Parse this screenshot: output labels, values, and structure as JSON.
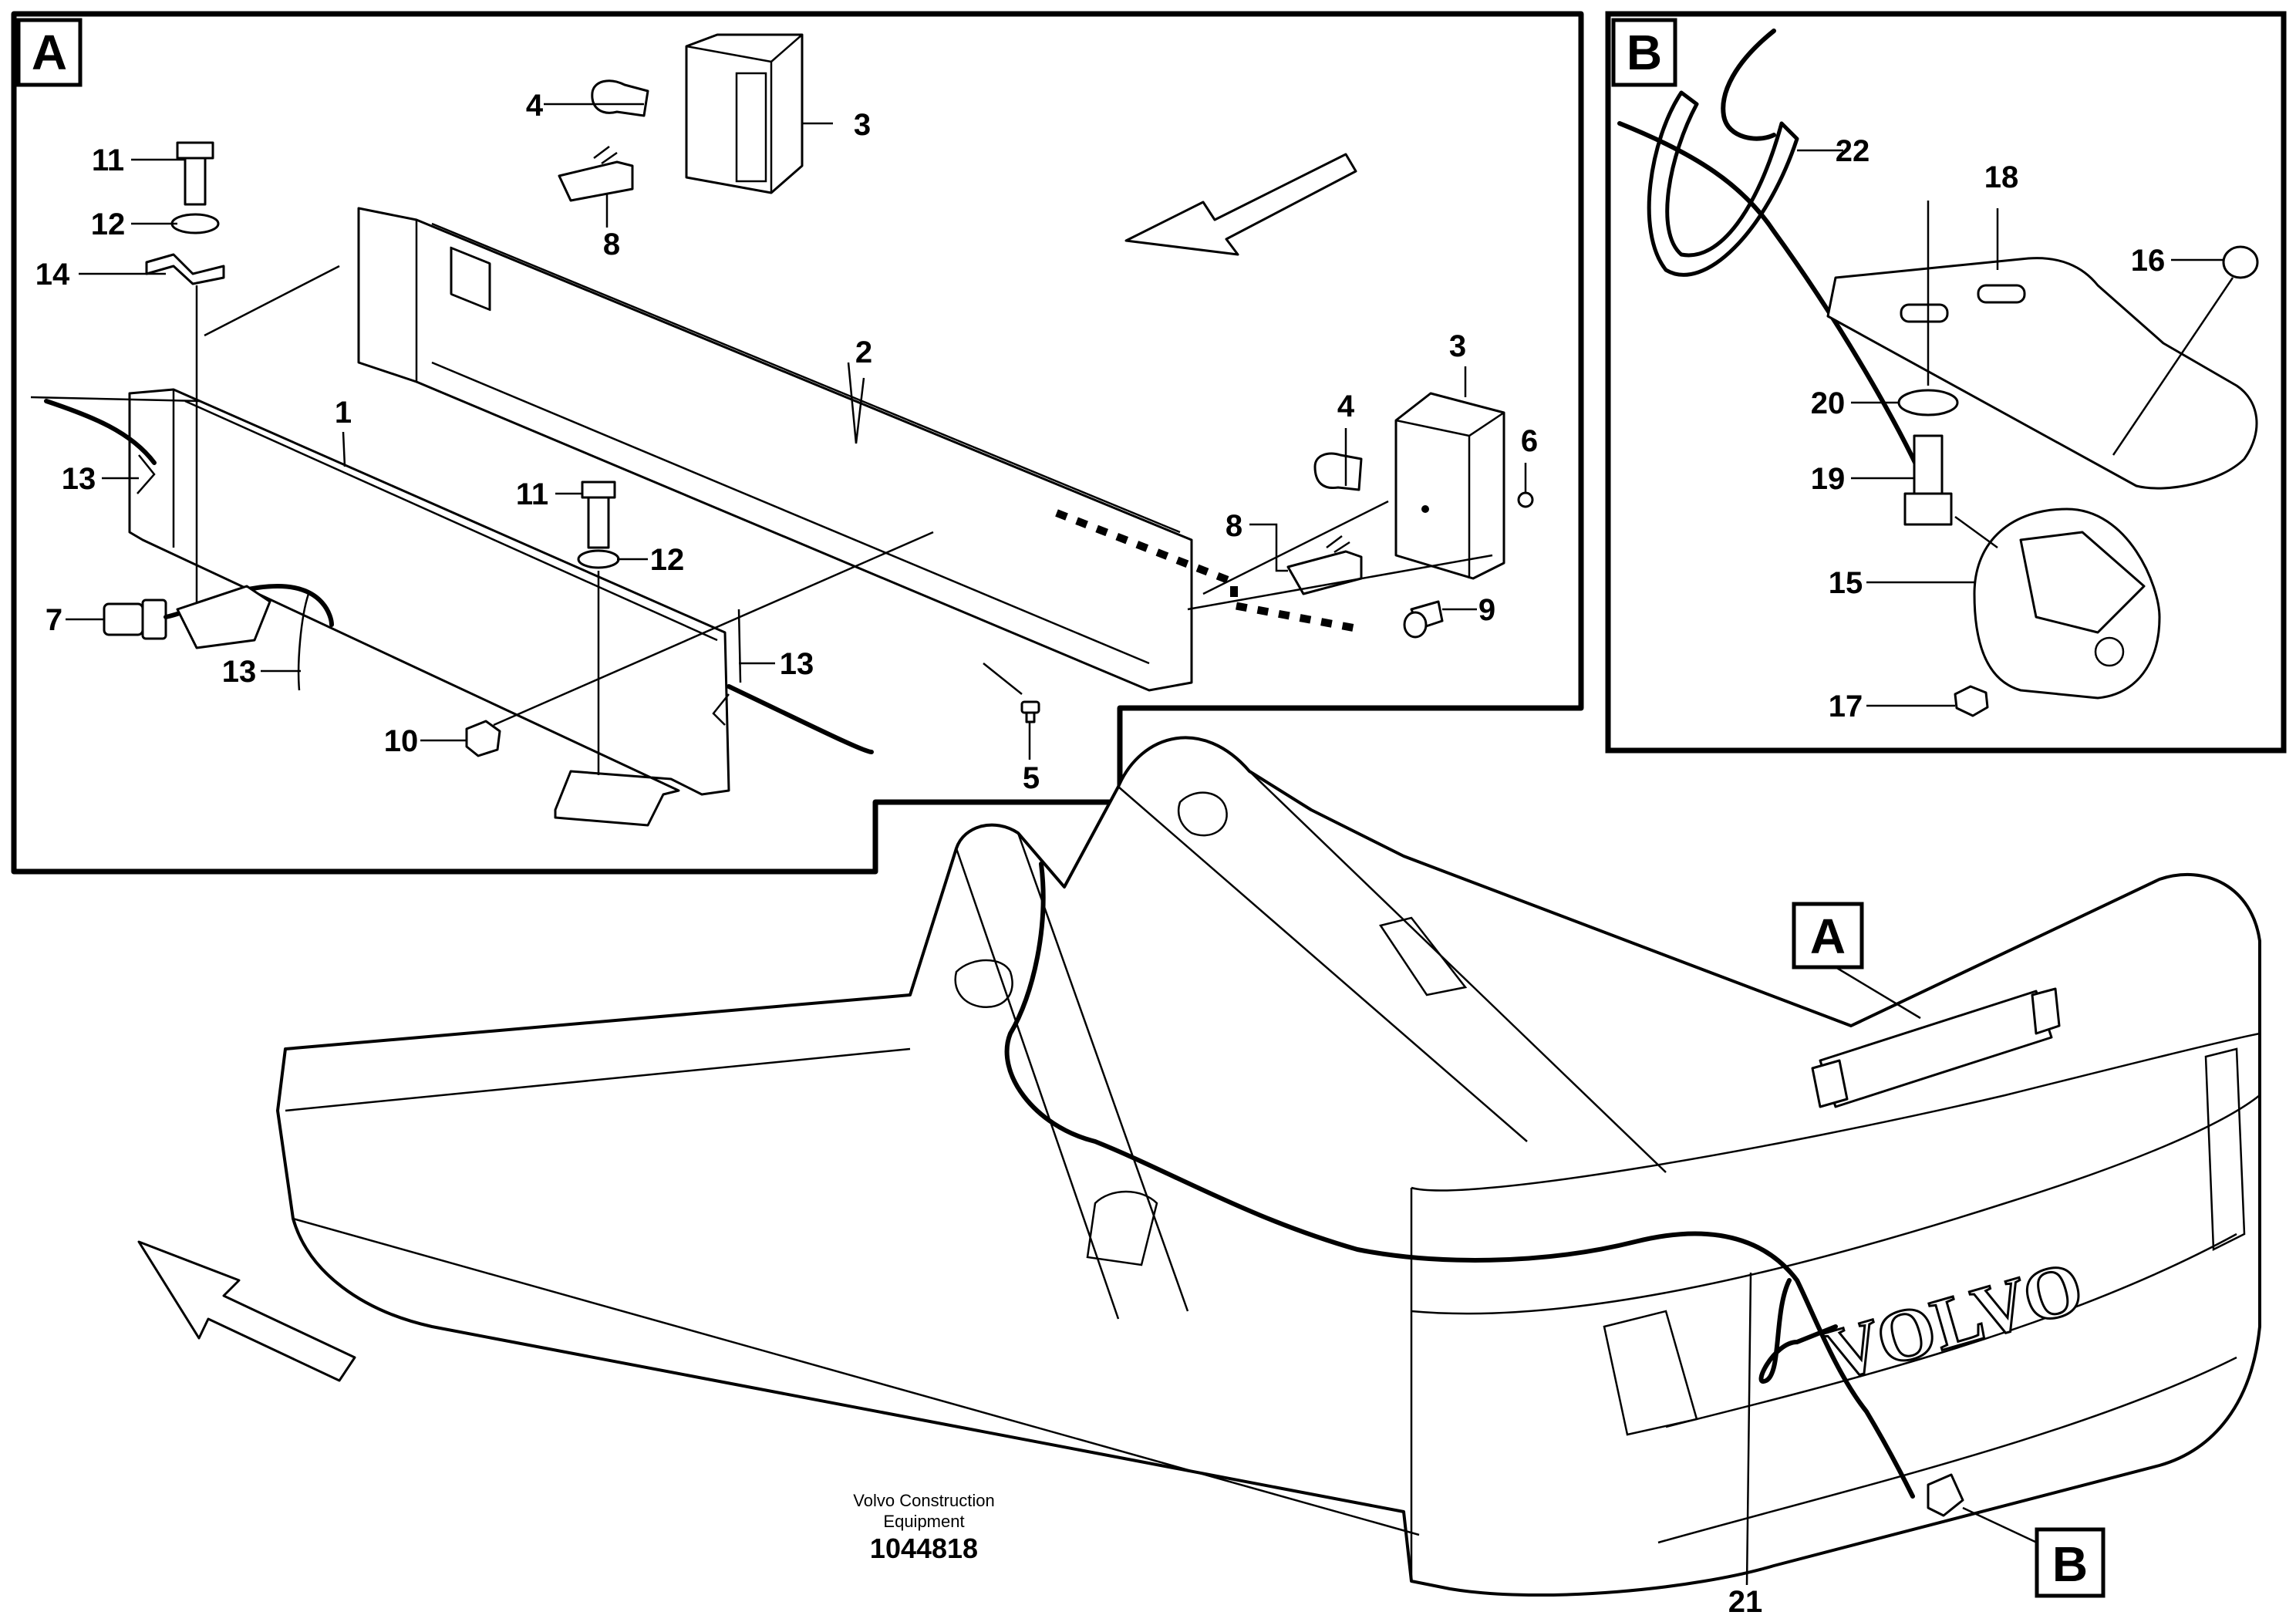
{
  "detail_a": {
    "label": "A"
  },
  "detail_b": {
    "label": "B"
  },
  "ref_a": {
    "label": "A"
  },
  "ref_b": {
    "label": "B"
  },
  "callouts": {
    "c1": "1",
    "c2": "2",
    "c3a": "3",
    "c3b": "3",
    "c4a": "4",
    "c4b": "4",
    "c5": "5",
    "c6": "6",
    "c7": "7",
    "c8a": "8",
    "c8b": "8",
    "c9": "9",
    "c10": "10",
    "c11a": "11",
    "c11b": "11",
    "c12a": "12",
    "c12b": "12",
    "c13a": "13",
    "c13b": "13",
    "c13c": "13",
    "c14": "14",
    "c15": "15",
    "c16": "16",
    "c17": "17",
    "c18": "18",
    "c19": "19",
    "c20": "20",
    "c21": "21",
    "c22": "22"
  },
  "brand_mark": "VOLVO",
  "credit": {
    "line1": "Volvo Construction",
    "line2": "Equipment",
    "id": "1044818"
  }
}
